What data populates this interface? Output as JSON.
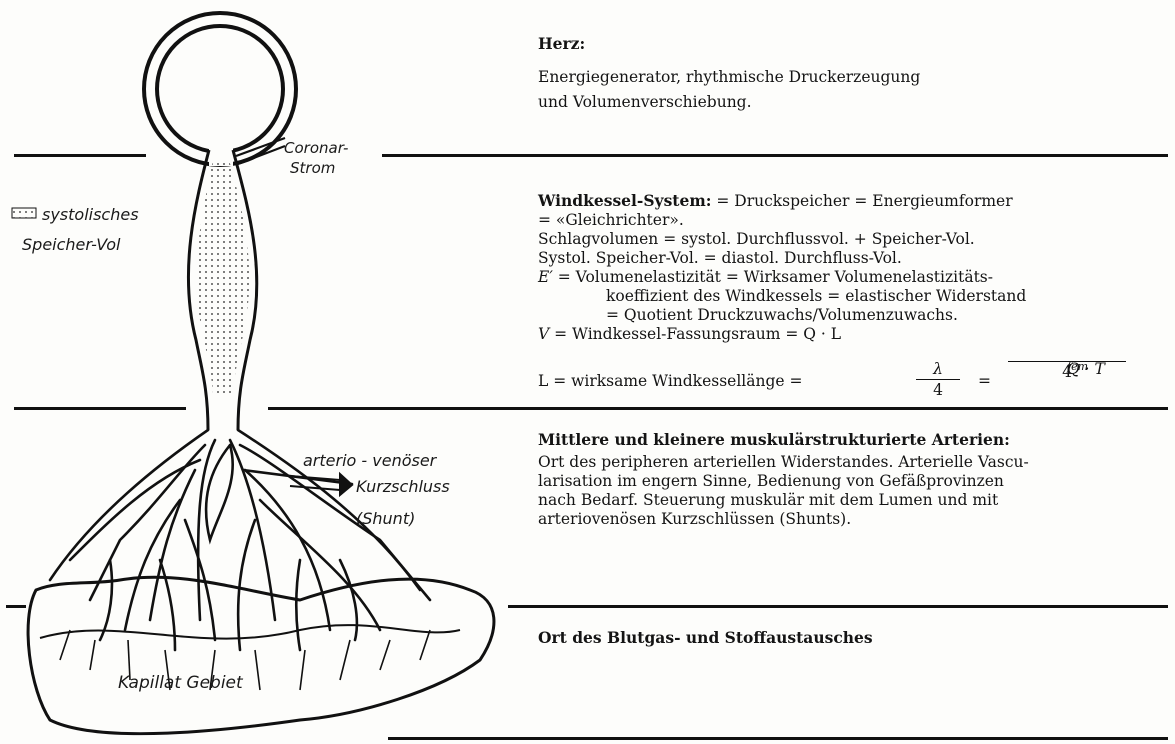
{
  "diagram": {
    "label_coronar": [
      "Coronar-",
      "Strom"
    ],
    "label_speicher": [
      "systolisches",
      "Speicher-Vol"
    ],
    "label_shunt": [
      "arterio - venöser",
      "Kurzschluss",
      "(Shunt)"
    ],
    "label_kapillar": "Kapillat Gebiet"
  },
  "sections": {
    "herz": {
      "heading": "Herz:",
      "lines": [
        "Energiegenerator, rhythmische Druckerzeugung",
        "und Volumenverschiebung."
      ]
    },
    "windkessel": {
      "heading": "Windkessel-System:",
      "heading_rest": " = Druckspeicher = Energieumformer",
      "line2": "= «Gleichrichter».",
      "line3": "Schlagvolumen = systol. Durchflussvol. + Speicher-Vol.",
      "line4": "Systol. Speicher-Vol. = diastol. Durchfluss-Vol.",
      "line5_sym": "E′",
      "line5": " = Volumenelastizität = Wirksamer Volumenelastizitäts-",
      "line6": "koeffizient des Windkessels = elastischer Widerstand",
      "line7": "= Quotient Druckzuwachs/Volumenzuwachs.",
      "line8_sym": "V",
      "line8": " = Windkessel-Fassungsraum = Q · L",
      "formula_lhs": "L = wirksame Windkessellänge =",
      "frac1_num": "λ",
      "frac1_den": "4",
      "eq2": "=",
      "frac2_num": "Q · T",
      "frac2_sub": "fem",
      "frac2_den": "4"
    },
    "arterien": {
      "heading": "Mittlere und kleinere muskulärstrukturierte Arterien:",
      "lines": [
        "Ort des peripheren arteriellen Widerstandes. Arterielle Vascu-",
        "larisation im engern Sinne, Bedienung von Gefäßprovinzen",
        "nach Bedarf. Steuerung muskulär mit dem Lumen und mit",
        "arteriovenösen Kurzschlüssen (Shunts)."
      ]
    },
    "kapillar": {
      "heading": "Ort des Blutgas- und Stoffaustausches"
    }
  }
}
